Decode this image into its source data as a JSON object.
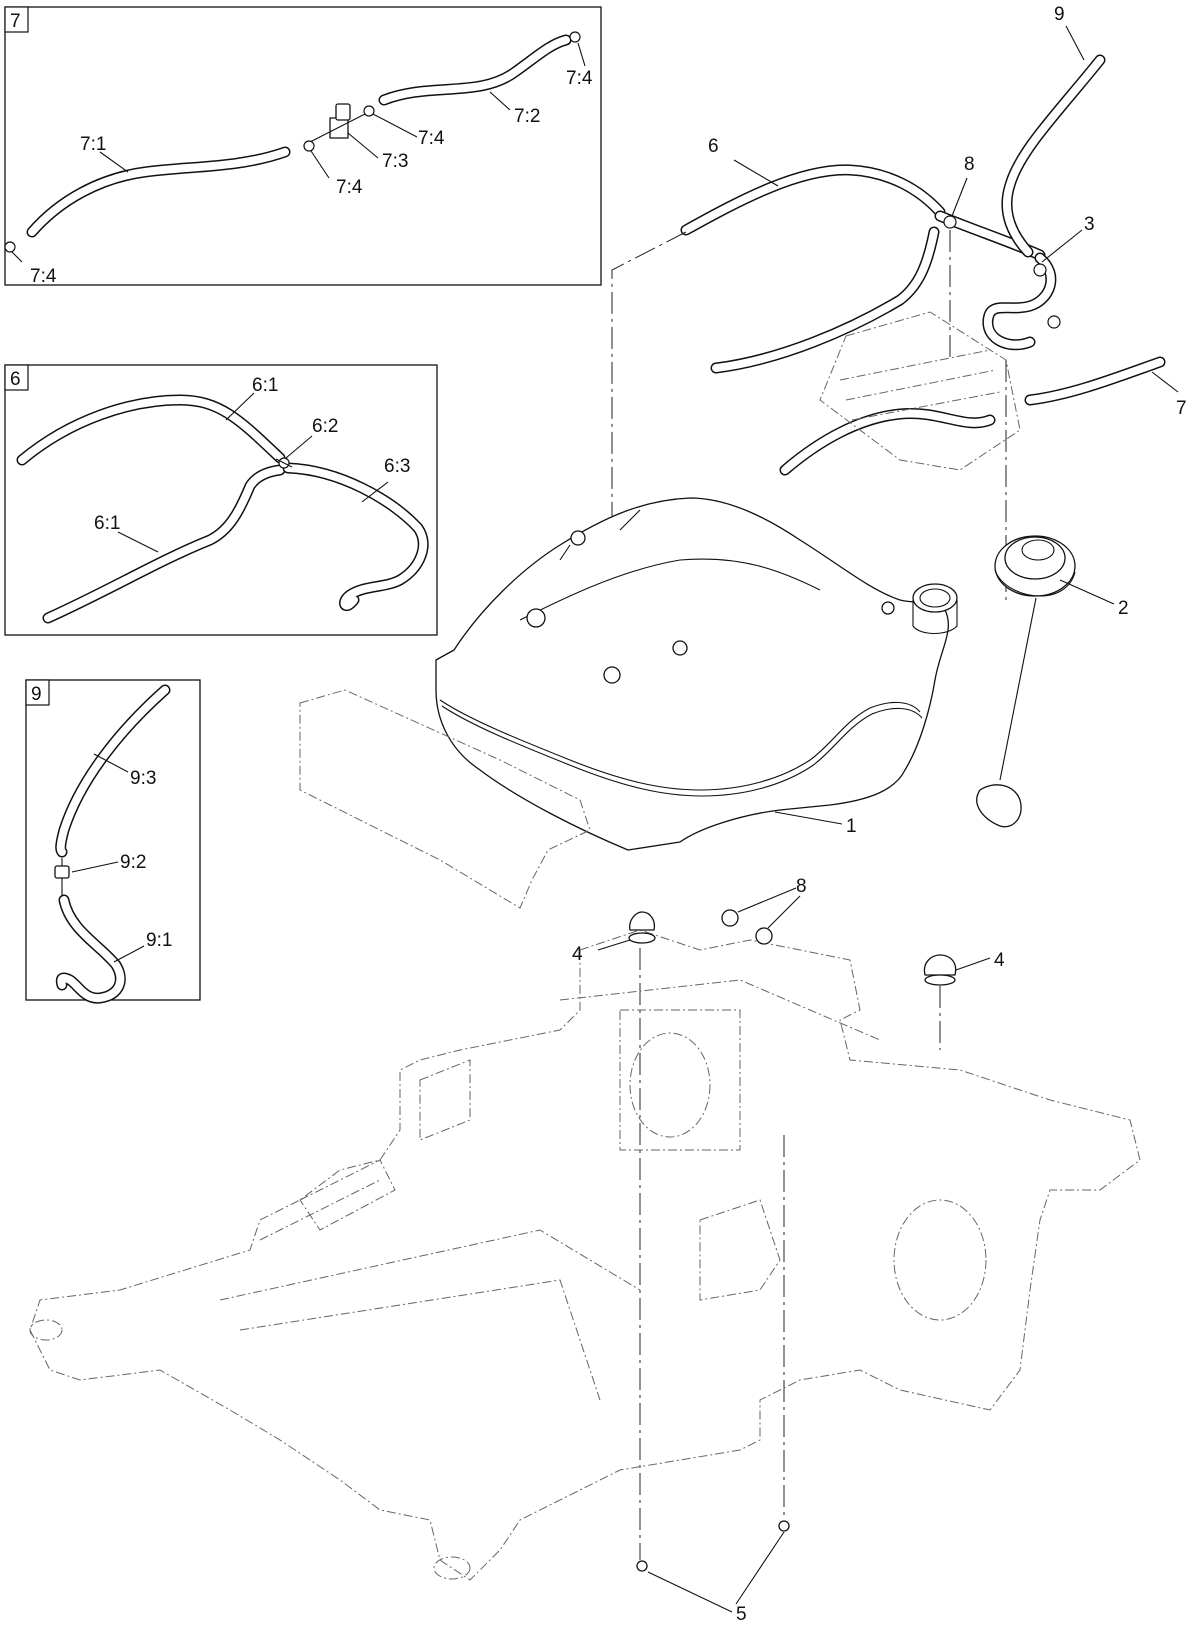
{
  "diagram": {
    "insets": [
      {
        "id": "7",
        "labels": [
          "7:1",
          "7:2",
          "7:3",
          "7:4",
          "7:4",
          "7:4",
          "7:4"
        ]
      },
      {
        "id": "6",
        "labels": [
          "6:1",
          "6:2",
          "6:3",
          "6:1"
        ]
      },
      {
        "id": "9",
        "labels": [
          "9:3",
          "9:2",
          "9:1"
        ]
      }
    ],
    "callouts": [
      "1",
      "2",
      "3",
      "4",
      "4",
      "5",
      "6",
      "7",
      "8",
      "8",
      "9"
    ]
  }
}
